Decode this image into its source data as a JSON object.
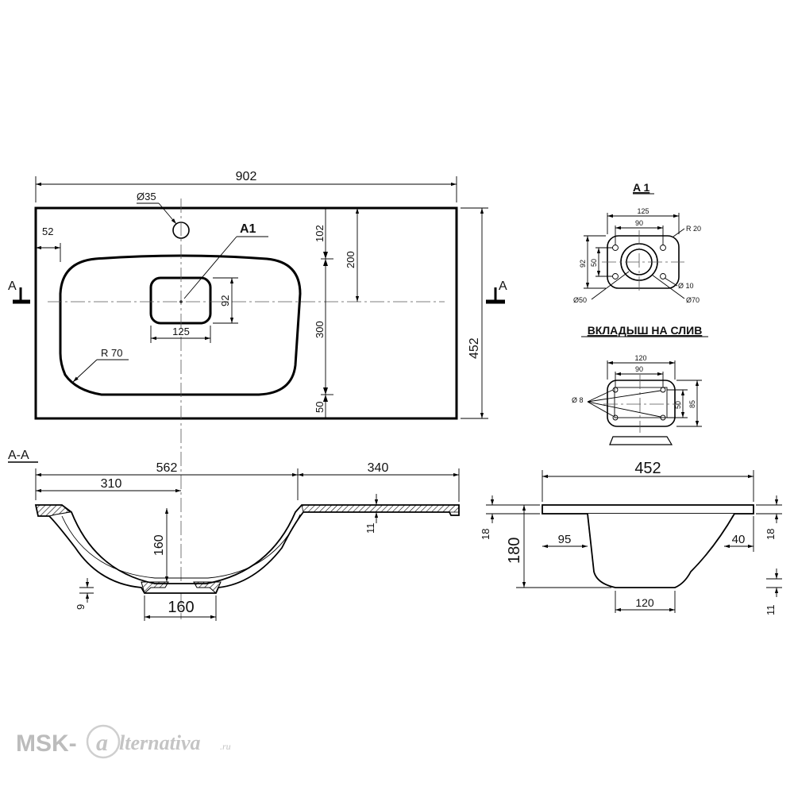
{
  "top_view": {
    "overall_width": "902",
    "overall_depth": "452",
    "faucet_hole": "Ø35",
    "edge_offset": "52",
    "detail_callout": "A1",
    "drain_width": "125",
    "drain_depth": "92",
    "corner_radius": "R 70",
    "front_gap": "102",
    "bowl_front_to_center": "200",
    "bowl_depth": "300",
    "back_gap": "50",
    "section_mark_left": "A",
    "section_mark_right": "A"
  },
  "detail_a1": {
    "title": "A 1",
    "outer_width": "125",
    "hole_spacing_x": "90",
    "corner_radius": "R 20",
    "outer_height": "92",
    "hole_spacing_y": "50",
    "bolt_hole": "Ø 10",
    "inner_dia": "Ø50",
    "outer_dia": "Ø70"
  },
  "insert": {
    "title": "ВКЛАДЫШ НА СЛИВ",
    "width": "120",
    "hole_spacing_x": "90",
    "hole_dia": "Ø 8",
    "hole_spacing_y": "50",
    "height": "85"
  },
  "section_aa": {
    "title": "A-A",
    "bowl_extent": "562",
    "bowl_center": "310",
    "deck_length": "340",
    "rim_thickness": "11",
    "bowl_depth": "160",
    "bottom_thickness": "9",
    "drain_width": "160"
  },
  "side_view": {
    "depth": "452",
    "top_thickness": "18",
    "height": "180",
    "front_offset": "95",
    "back_offset": "40",
    "right_top_thickness": "18",
    "base_thickness": "11",
    "base_width": "120"
  },
  "watermark": {
    "brand_prefix": "MSK-",
    "brand_script": "lternativa",
    "brand_suffix": ".ru"
  }
}
